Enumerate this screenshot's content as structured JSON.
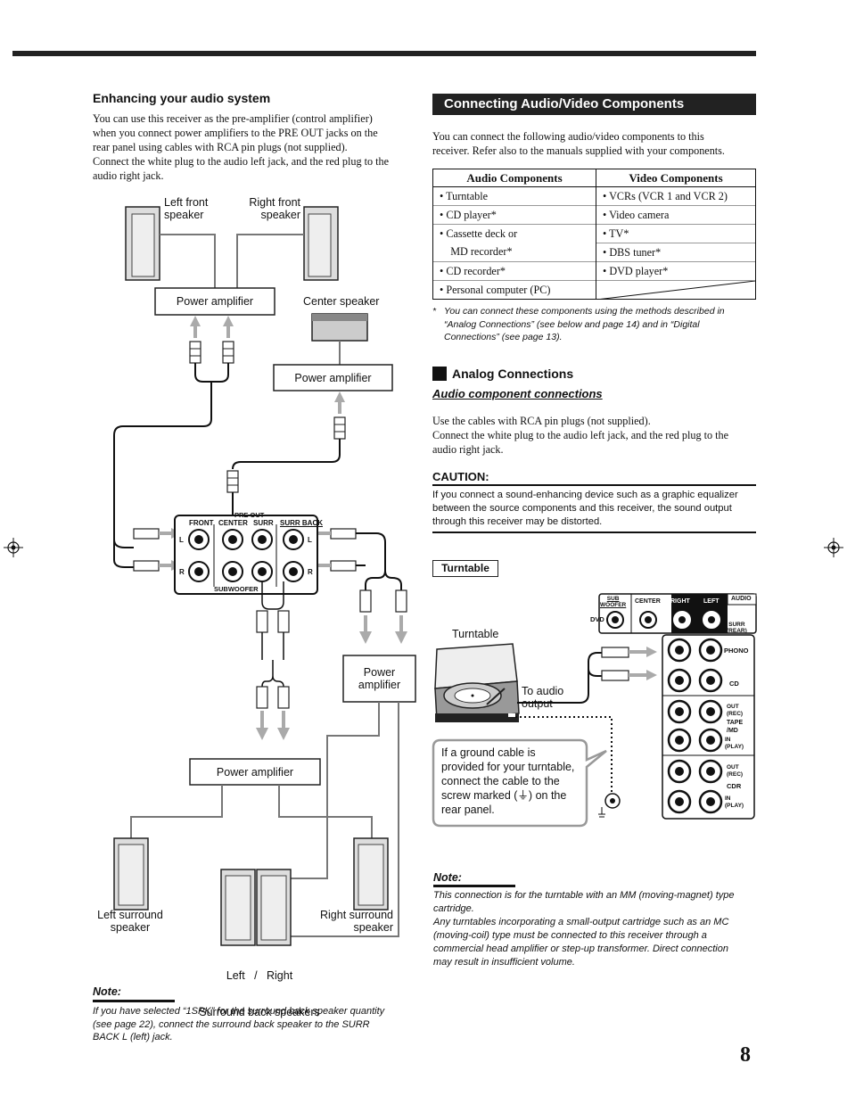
{
  "left": {
    "heading": "Enhancing your audio system",
    "intro_lines": [
      "You can use this receiver as the pre-amplifier (control amplifier)",
      "when you connect power amplifiers to the PRE OUT jacks on the",
      "rear panel using cables with RCA pin plugs (not supplied).",
      "Connect the white plug to the audio left jack, and the red plug to the",
      "audio right jack."
    ],
    "diagram": {
      "left_front": [
        "Left front",
        "speaker"
      ],
      "right_front": [
        "Right front",
        "speaker"
      ],
      "power_amp_1": "Power amplifier",
      "center_speaker": "Center speaker",
      "power_amp_2": "Power amplifier",
      "pre_out": "PRE OUT",
      "front": "FRONT",
      "center": "CENTER",
      "surr": "SURR",
      "surr_back": "SURR BACK",
      "subwoofer": "SUBWOOFER",
      "jack_l": "L",
      "jack_r": "R",
      "power_amp_3": [
        "Power",
        "amplifier"
      ],
      "power_amp_4": "Power amplifier",
      "left_surround": [
        "Left surround",
        "speaker"
      ],
      "right_surround": [
        "Right surround",
        "speaker"
      ],
      "surround_back": [
        "Left   /   Right",
        "Surround back speakers"
      ]
    },
    "note_heading": "Note:",
    "note_lines": [
      "If you have selected  “1SPK” for the surround back speaker quantity",
      "(see page 22), connect the surround back speaker to the SURR",
      "BACK L (left) jack."
    ]
  },
  "right": {
    "banner": "Connecting Audio/Video Components",
    "intro_lines": [
      "You can connect the following audio/video components to this",
      "receiver. Refer also to the manuals supplied with your components."
    ],
    "table": {
      "headers": [
        "Audio Components",
        "Video Components"
      ],
      "rows": [
        [
          "•  Turntable",
          "•  VCRs (VCR 1 and VCR 2)"
        ],
        [
          "•  CD player*",
          "•  Video camera"
        ],
        [
          "•  Cassette deck or",
          "•  TV*"
        ],
        [
          "    MD recorder*",
          "•  DBS tuner*"
        ],
        [
          "•  CD recorder*",
          "•  DVD player*"
        ],
        [
          "•  Personal computer (PC)",
          ""
        ]
      ]
    },
    "footnote_star": "*",
    "footnote_lines": [
      "You can connect these components using the methods described in",
      "“Analog Connections” (see below and page 14) and in “Digital",
      "Connections” (see page 13)."
    ],
    "analog_heading": "Analog Connections",
    "audio_subheading": "Audio component connections",
    "use_lines": [
      "Use the cables with RCA pin plugs (not supplied).",
      "Connect the white plug to the audio left jack, and the red plug to the",
      "audio right jack."
    ],
    "caution_heading": "CAUTION:",
    "caution_lines": [
      "If you connect a sound-enhancing device such as a graphic equalizer",
      "between the source components and this receiver, the sound output",
      "through this receiver may be distorted."
    ],
    "turntable_label": "Turntable",
    "tdiagram": {
      "turntable": "Turntable",
      "to_audio": [
        "To audio",
        "output"
      ],
      "ground_lines": [
        "If a ground cable is",
        "provided for your turntable,",
        "connect the cable to the",
        "screw marked (⏚) on the",
        "rear panel."
      ],
      "sub_woofer": [
        "SUB",
        "WOOFER"
      ],
      "center": "CENTER",
      "right": "RIGHT",
      "left": "LEFT",
      "audio": "AUDIO",
      "dvd": "DVD",
      "surr_rear": [
        "SURR",
        "(REAR)"
      ],
      "phono": "PHONO",
      "cd": "CD",
      "tape_out": [
        "OUT",
        "(REC)"
      ],
      "tape_md": [
        "TAPE",
        "/MD"
      ],
      "tape_in": [
        "IN",
        "(PLAY)"
      ],
      "cdr_out": [
        "OUT",
        "(REC)"
      ],
      "cdr": "CDR",
      "cdr_in": [
        "IN",
        "(PLAY)"
      ]
    },
    "note_heading": "Note:",
    "note_lines": [
      "This connection is for the turntable with an MM (moving-magnet) type",
      "cartridge.",
      "Any turntables incorporating a small-output cartridge such as an MC",
      "(moving-coil) type must be connected to this receiver through a",
      "commercial head amplifier or step-up transformer. Direct connection",
      "may result in insufficient volume."
    ]
  },
  "page_number": "8"
}
